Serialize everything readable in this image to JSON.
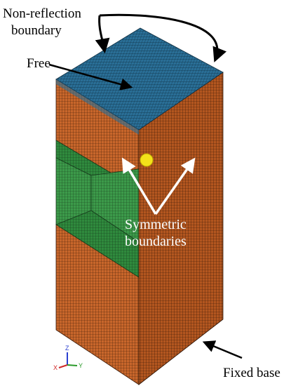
{
  "annotations": {
    "non_reflection_line1": "Non-reflection",
    "non_reflection_line2": "boundary",
    "free": "Free",
    "symmetric_line1": "Symmetric",
    "symmetric_line2": "boundaries",
    "fixed_base": "Fixed base"
  },
  "axis_triad": {
    "z": "Z",
    "x": "X",
    "y": "Y"
  },
  "colors": {
    "free_surface": "#2a6f97",
    "side_faces": "#c8662b",
    "symmetric_faces": "#3c9a4a",
    "load_point": "#f3e21a",
    "mesh_lines": "#222222"
  }
}
